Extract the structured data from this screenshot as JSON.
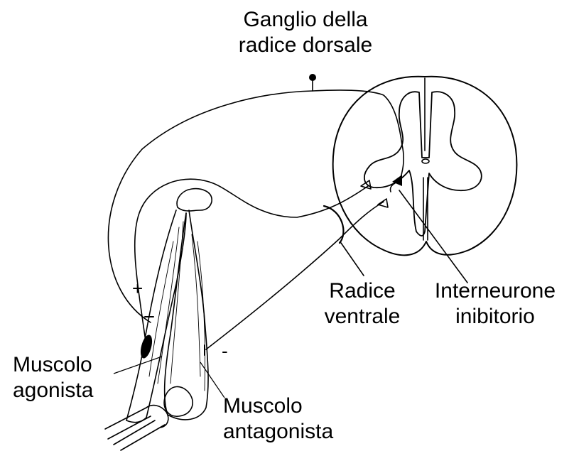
{
  "labels": {
    "ganglion_line1": "Ganglio della",
    "ganglion_line2": "radice dorsale",
    "ventral_root_line1": "Radice",
    "ventral_root_line2": "ventrale",
    "interneuron_line1": "Interneurone",
    "interneuron_line2": "inibitorio",
    "agonist_line1": "Muscolo",
    "agonist_line2": "agonista",
    "antagonist_line1": "Muscolo",
    "antagonist_line2": "antagonista",
    "excitatory_sign": "+",
    "inhibitory_sign": "-"
  },
  "colors": {
    "ink": "#000000",
    "background": "#ffffff"
  }
}
